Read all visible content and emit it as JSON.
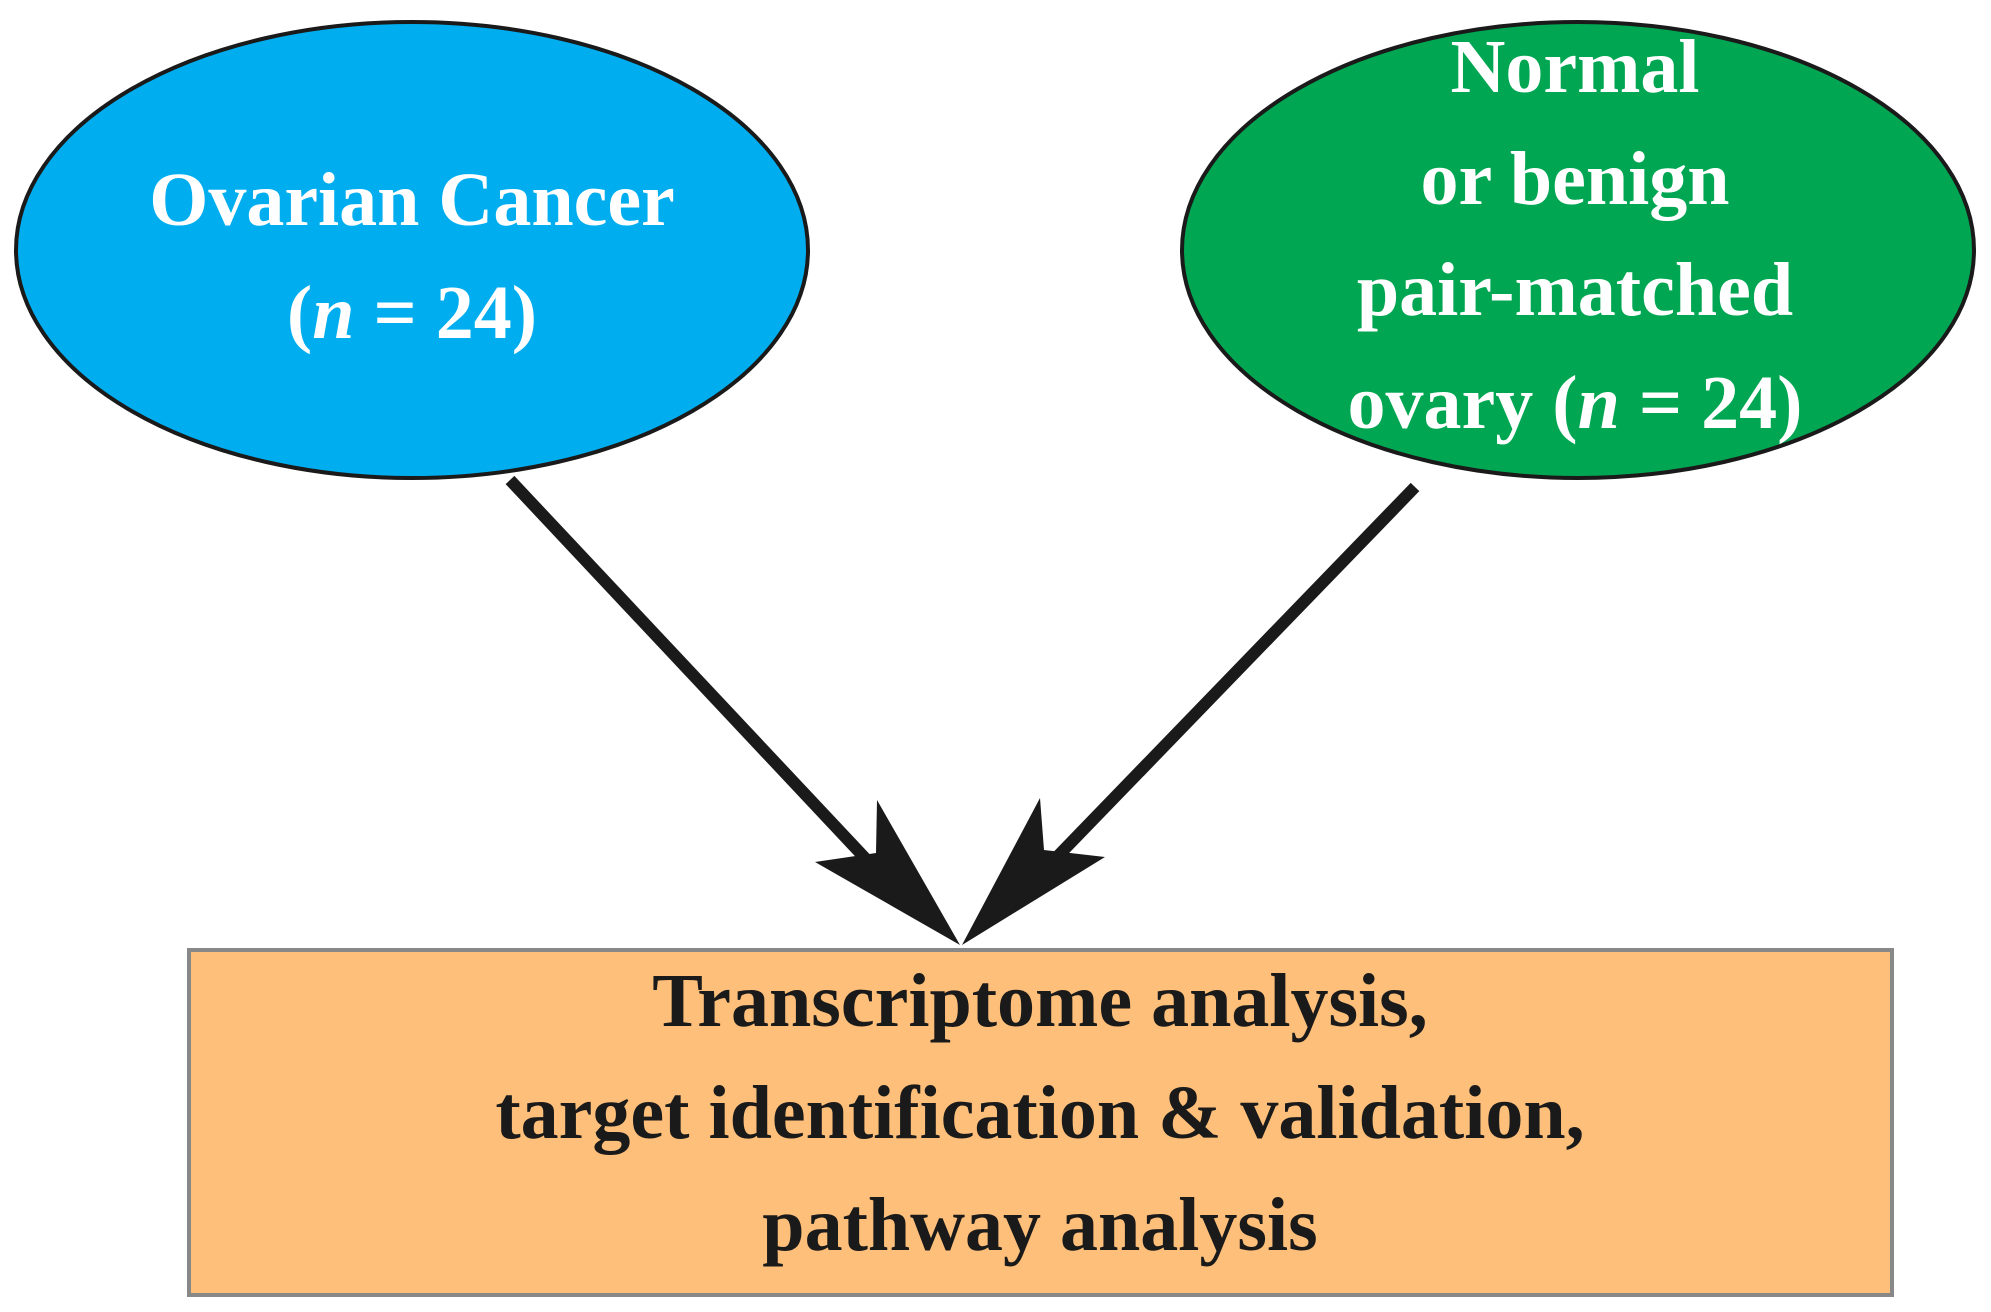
{
  "nodes": {
    "cancer": {
      "line1": "Ovarian Cancer",
      "line2_open": "(",
      "line2_var": "n",
      "line2_rest": " = 24)",
      "fill": "#00AEEF"
    },
    "normal": {
      "line1": "Normal",
      "line2": "or benign",
      "line3": "pair-matched",
      "line4_prefix": "ovary (",
      "line4_var": "n",
      "line4_rest": " = 24)",
      "fill": "#00A651"
    },
    "analysis": {
      "line1": "Transcriptome analysis,",
      "line2": "target identification & validation,",
      "line3": "pathway analysis",
      "fill": "#FDBF7A"
    }
  },
  "colors": {
    "outline": "#1a1a1a",
    "arrow": "#1a1a1a",
    "box_border": "#888888"
  }
}
